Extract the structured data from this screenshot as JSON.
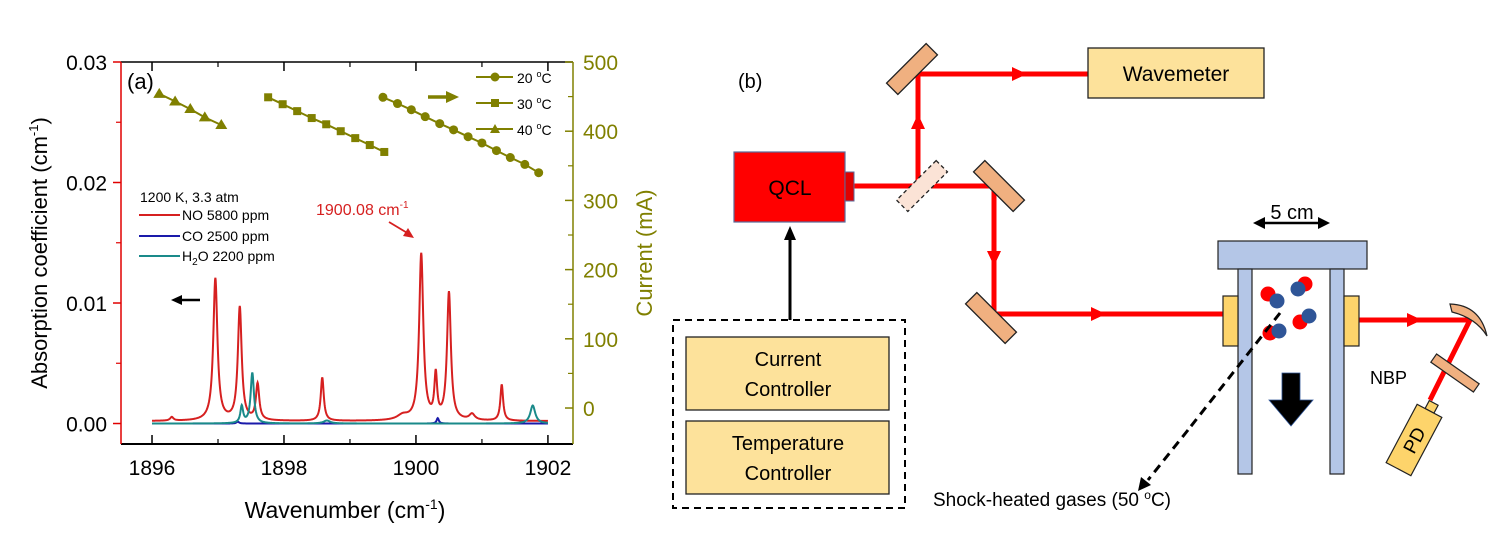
{
  "chart_data": {
    "type": "line",
    "panel_label": "(a)",
    "xlabel": "Wavenumber (cm",
    "xlabel_sup": "-1",
    "xlabel_end": ")",
    "ylabel": "Absorption coefficient (cm",
    "ylabel_sup": "-1",
    "ylabel_end": ")",
    "y2label": "Current (mA)",
    "xlim": [
      1895.53,
      1902.38
    ],
    "ylim": [
      -0.0017,
      0.03
    ],
    "y2lim": [
      -52,
      500
    ],
    "xticks": [
      1896,
      1898,
      1900,
      1902
    ],
    "xtick_labels": [
      "1896",
      "1898",
      "1900",
      "1902"
    ],
    "xminor": [
      1897,
      1899,
      1901
    ],
    "yticks": [
      0.0,
      0.01,
      0.02,
      0.03
    ],
    "ytick_labels": [
      "0.00",
      "0.01",
      "0.02",
      "0.03"
    ],
    "yminor": [
      0.005,
      0.015,
      0.025
    ],
    "y2ticks": [
      0,
      100,
      200,
      300,
      400,
      500
    ],
    "y2tick_labels": [
      "0",
      "100",
      "200",
      "300",
      "400",
      "500"
    ],
    "y2minor": [
      50,
      150,
      250,
      350,
      450
    ],
    "legend_title": "1200 K, 3.3 atm",
    "annotation": {
      "text": "1900.08 cm",
      "sup": "-1",
      "x": 1900.08,
      "y": 0.0152
    },
    "left_arrow_hint": "points to left axis",
    "right_arrow_hint": "points to right axis",
    "spectra": [
      {
        "name": "NO 5800 ppm",
        "label": "NO 5800 ppm",
        "color": "#d62020",
        "baseline": 0.0002,
        "peaks": [
          {
            "x": 1896.3,
            "h": 0.0003,
            "w": 0.06
          },
          {
            "x": 1896.96,
            "h": 0.0118,
            "w": 0.075
          },
          {
            "x": 1897.33,
            "h": 0.0094,
            "w": 0.07
          },
          {
            "x": 1897.6,
            "h": 0.003,
            "w": 0.06
          },
          {
            "x": 1898.58,
            "h": 0.0036,
            "w": 0.055
          },
          {
            "x": 1899.8,
            "h": 0.0004,
            "w": 0.2
          },
          {
            "x": 1900.08,
            "h": 0.0138,
            "w": 0.075
          },
          {
            "x": 1900.3,
            "h": 0.0036,
            "w": 0.05
          },
          {
            "x": 1900.5,
            "h": 0.0106,
            "w": 0.07
          },
          {
            "x": 1900.85,
            "h": 0.0005,
            "w": 0.1
          },
          {
            "x": 1901.3,
            "h": 0.003,
            "w": 0.05
          }
        ]
      },
      {
        "name": "CO 2500 ppm",
        "label": "CO 2500 ppm",
        "color": "#1a1aaa",
        "baseline": 0.0,
        "peaks": [
          {
            "x": 1897.3,
            "h": 0.00015,
            "w": 0.05
          },
          {
            "x": 1900.33,
            "h": 0.00045,
            "w": 0.04
          }
        ]
      },
      {
        "name": "H2O 2200 ppm",
        "label_main": "H",
        "label_sub": "2",
        "label_rest": "O 2200 ppm",
        "color": "#1a8a8a",
        "baseline": 0.0,
        "peaks": [
          {
            "x": 1897.36,
            "h": 0.0014,
            "w": 0.05
          },
          {
            "x": 1897.52,
            "h": 0.0042,
            "w": 0.06
          },
          {
            "x": 1898.65,
            "h": 0.00025,
            "w": 0.12
          },
          {
            "x": 1901.77,
            "h": 0.0015,
            "w": 0.09
          }
        ]
      }
    ],
    "current_series": [
      {
        "name": "20 °C",
        "label": "20 ",
        "deg": "o",
        "unit": "C",
        "marker": "circle",
        "color": "#808000",
        "x": [
          1899.5,
          1899.72,
          1899.93,
          1900.14,
          1900.36,
          1900.57,
          1900.79,
          1901.0,
          1901.22,
          1901.43,
          1901.65,
          1901.86
        ],
        "y": [
          449,
          440,
          431,
          421,
          411,
          402,
          392,
          383,
          372,
          362,
          352,
          340
        ]
      },
      {
        "name": "30 °C",
        "label": "30 ",
        "deg": "o",
        "unit": "C",
        "marker": "square",
        "color": "#808000",
        "x": [
          1897.76,
          1897.98,
          1898.2,
          1898.42,
          1898.64,
          1898.86,
          1899.08,
          1899.3,
          1899.52
        ],
        "y": [
          449,
          439,
          429,
          419,
          410,
          400,
          390,
          380,
          370
        ]
      },
      {
        "name": "40 °C",
        "label": "40 ",
        "deg": "o",
        "unit": "C",
        "marker": "triangle",
        "color": "#808000",
        "x": [
          1896.11,
          1896.35,
          1896.58,
          1896.8,
          1897.05
        ],
        "y": [
          454,
          443,
          432,
          420,
          409
        ]
      }
    ]
  },
  "diagram": {
    "panel_label": "(b)",
    "laser_label": "QCL",
    "wavemeter_label": "Wavemeter",
    "controllers": {
      "current_line1": "Current",
      "current_line2": "Controller",
      "temperature_line1": "Temperature",
      "temperature_line2": "Controller"
    },
    "dimension_label": "5 cm",
    "filter_label": "NBP",
    "detector_label": "PD",
    "gas_label": "Shock-heated gases (50 ",
    "gas_label_deg": "o",
    "gas_label_end": "C)",
    "colors": {
      "beam": "#ff0000",
      "mirror": "#f0b080",
      "box": "#fde29b",
      "tube": "#b4c6e7",
      "window": "#fdd46b",
      "laser": "#ff0000"
    }
  }
}
